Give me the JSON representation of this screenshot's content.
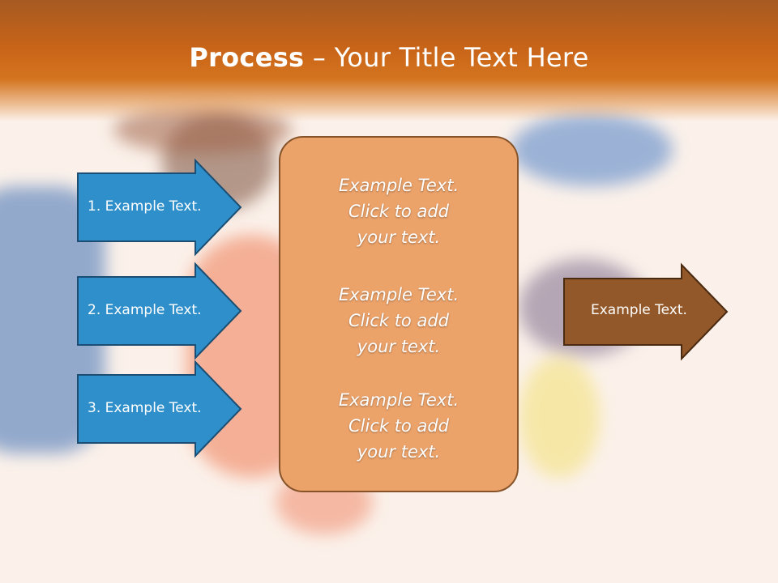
{
  "title": {
    "bold": "Process",
    "rest": " – Your Title Text Here"
  },
  "inputs": [
    {
      "label": "1. Example Text."
    },
    {
      "label": "2. Example Text."
    },
    {
      "label": "3. Example Text."
    }
  ],
  "center_blocks": [
    {
      "lines": [
        "Example Text.",
        "Click  to add",
        "your text."
      ]
    },
    {
      "lines": [
        "Example Text.",
        "Click  to add",
        "your text."
      ]
    },
    {
      "lines": [
        "Example Text.",
        "Click  to add",
        "your text."
      ]
    }
  ],
  "output": {
    "label": "Example Text."
  },
  "colors": {
    "header": "#c86418",
    "input_arrow_fill": "#2f8fca",
    "input_arrow_stroke": "#1b4e72",
    "center_fill": "#eca36a",
    "center_stroke": "#87542a",
    "output_arrow_fill": "#93582a",
    "output_arrow_stroke": "#4a2a10"
  }
}
